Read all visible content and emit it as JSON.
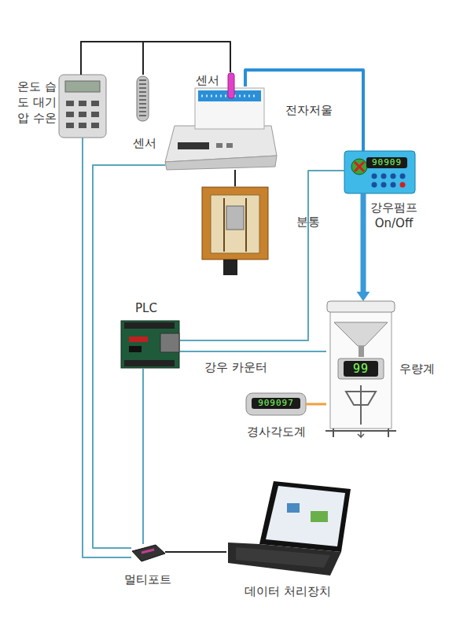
{
  "diagram": {
    "nodes": [
      {
        "text": [
          "온도 습도 대기압 수온"
        ]
      },
      {
        "text": [
          "센서"
        ]
      },
      {
        "text": [
          "센서"
        ]
      },
      {
        "text": [
          "전자저울"
        ]
      },
      {
        "text": [
          "분통"
        ]
      },
      {
        "text": [
          "90909",
          "강우펌프 On/Off"
        ]
      },
      {
        "text": [
          "PLC"
        ]
      },
      {
        "text": [
          "99",
          "우량계"
        ]
      },
      {
        "text": [
          "909097",
          "경사각도계"
        ]
      },
      {
        "text": [
          "멀티포트"
        ]
      },
      {
        "text": [
          "데이터 처리장치"
        ]
      }
    ],
    "edges": [
      {
        "from": 0,
        "to": 1,
        "arrow": "none"
      },
      {
        "from": 0,
        "to": 2,
        "arrow": "none"
      },
      {
        "from": 0,
        "to": 9,
        "arrow": "none"
      },
      {
        "from": 3,
        "to": 9,
        "arrow": "none"
      },
      {
        "from": 3,
        "to": 4,
        "arrow": "none"
      },
      {
        "from": 3,
        "to": 5,
        "arrow": "none"
      },
      {
        "from": 5,
        "to": 7,
        "arrow": "to"
      },
      {
        "from": 5,
        "to": 6,
        "arrow": "none"
      },
      {
        "from": 6,
        "to": 7,
        "label": "강우 카운터",
        "arrow": "none"
      },
      {
        "from": 8,
        "to": 7,
        "arrow": "none"
      },
      {
        "from": 6,
        "to": 9,
        "arrow": "none"
      },
      {
        "from": 9,
        "to": 10,
        "arrow": "none"
      }
    ]
  }
}
